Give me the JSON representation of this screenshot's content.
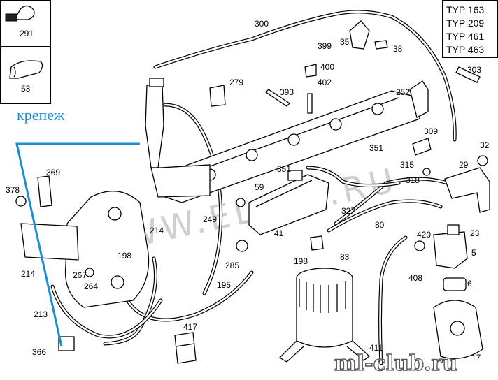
{
  "typ_box": {
    "lines": [
      "TYP 163",
      "TYP 209",
      "TYP 461",
      "TYP 463"
    ]
  },
  "legend": {
    "top_item": "291",
    "bottom_item": "53"
  },
  "annotation": {
    "text": "крепеж",
    "color": "#1a8fd6"
  },
  "watermark": {
    "text": "WWW.ELCAT.RU"
  },
  "logo": {
    "text": "ml-club.ru"
  },
  "callouts": {
    "c300": "300",
    "c399": "399",
    "c35": "35",
    "c38": "38",
    "c400": "400",
    "c303": "303",
    "c279": "279",
    "c402": "402",
    "c393": "393",
    "c252": "252",
    "c309": "309",
    "c32": "32",
    "c351a": "351",
    "c315": "315",
    "c29": "29",
    "c351b": "351",
    "c318": "318",
    "c369": "369",
    "c378": "378",
    "c59": "59",
    "c327": "327",
    "c249": "249",
    "c41": "41",
    "c80": "80",
    "c23": "23",
    "c214a": "214",
    "c420": "420",
    "c198a": "198",
    "c5": "5",
    "c285": "285",
    "c198b": "198",
    "c83": "83",
    "c214b": "214",
    "c267": "267",
    "c264": "264",
    "c195": "195",
    "c408": "408",
    "c6": "6",
    "c213": "213",
    "c417": "417",
    "c366": "366",
    "c411": "411",
    "c17": "17"
  }
}
